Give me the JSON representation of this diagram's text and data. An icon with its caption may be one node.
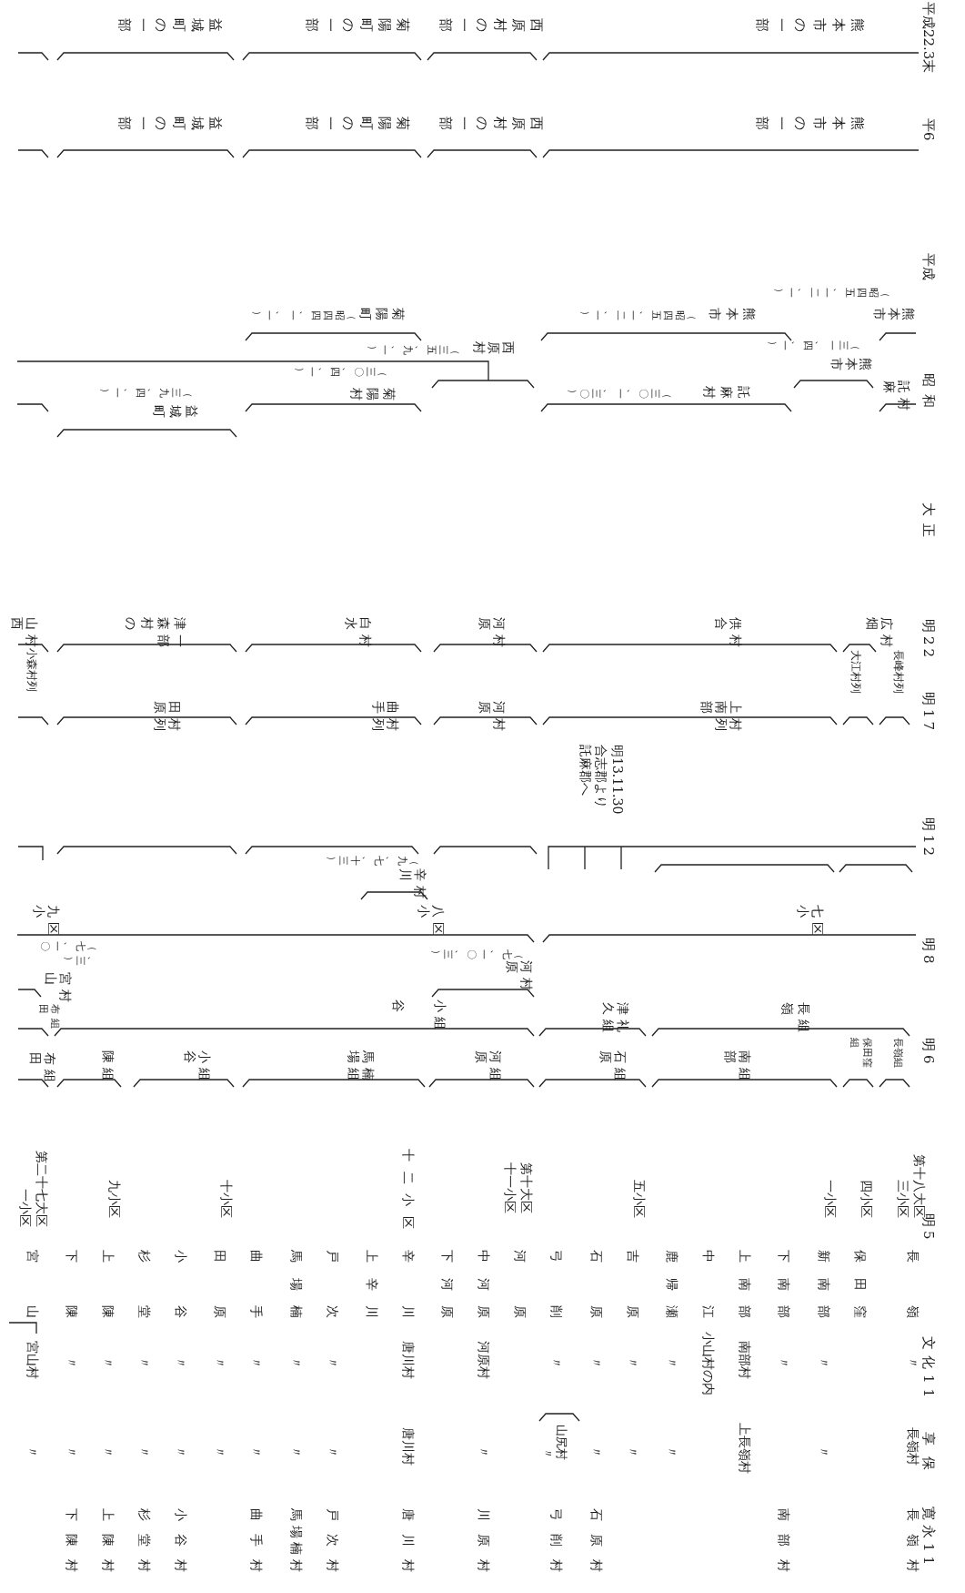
{
  "diagram": {
    "labels": [
      "平成22.3末",
      "熊本市の一部",
      "西原村の一部",
      "菊陽町の一部",
      "益城町の一部",
      "平6",
      "熊本市の一部",
      "西原村の一部",
      "菊陽町の一部",
      "益城町の一部",
      "平成",
      "熊本市",
      "（昭四五、一二、一）",
      "熊本市",
      "（昭四五、一二、一）",
      "菊陽町",
      "（昭四四、一、一）",
      "熊本市",
      "（三一、四、一）",
      "西原村",
      "（三五、九、一）",
      "昭和",
      "託麻村",
      "託麻村",
      "（三〇、一、三〇）",
      "菊陽村",
      "（三〇、四、一）",
      "益城町",
      "（三九、四、一）",
      "大正",
      "明22",
      "広畑村",
      "供合村",
      "河原村",
      "白水村",
      "津森村の一部",
      "山西村",
      "長峰村列",
      "大江村列",
      "明17",
      "上南部村列",
      "河原村",
      "曲手村列",
      "田原村列",
      "小森村列",
      "明13.11.30合志郡より託麻郡へ",
      "明12",
      "（九、七、十三）",
      "辛川村",
      "七小区",
      "八小区",
      "九小区",
      "明8",
      "（七、一〇、三）",
      "河原村",
      "（七、一〇、三）",
      "宮山村",
      "長嶺組",
      "津久礼組",
      "小谷組",
      "布田組",
      "明6",
      "長嶺組",
      "保田窪組",
      "南部組",
      "石原組",
      "河原組",
      "馬場楠組",
      "小谷組",
      "陳組",
      "布田組",
      "明5",
      "文化11",
      "享保",
      "寛永11",
      "第十八大区三小区",
      "長嶺",
      "〃",
      "長嶺村",
      "長嶺村",
      "四小区",
      "保田窪",
      "一小区",
      "新南部",
      "〃",
      "〃",
      "下南部",
      "〃",
      "南部村",
      "上南部",
      "南部村",
      "上長嶺村",
      "中江",
      "小山村の内",
      "鹿帰瀬",
      "〃",
      "〃",
      "五小区",
      "吉原",
      "〃",
      "〃",
      "石原",
      "〃",
      "〃",
      "石原村",
      "弓削",
      "〃",
      "山尻村",
      "〃",
      "弓削村",
      "第十大区十一小区",
      "河原",
      "中河原",
      "河原村",
      "〃",
      "川原村",
      "下河原",
      "十二小区",
      "辛川",
      "唐川村",
      "唐川村",
      "唐川村",
      "上辛川",
      "戸次",
      "〃",
      "〃",
      "戸次村",
      "馬場楠",
      "〃",
      "〃",
      "馬場楠村",
      "曲手",
      "〃",
      "〃",
      "曲手村",
      "十小区",
      "田原",
      "〃",
      "〃",
      "小谷",
      "〃",
      "〃",
      "小谷村",
      "杉堂",
      "〃",
      "〃",
      "杉堂村",
      "九小区",
      "上陳",
      "〃",
      "〃",
      "上陳村",
      "下陳",
      "〃",
      "〃",
      "下陳村",
      "第二十七大区一小区",
      "宮山",
      "宮山村",
      "〃"
    ]
  }
}
